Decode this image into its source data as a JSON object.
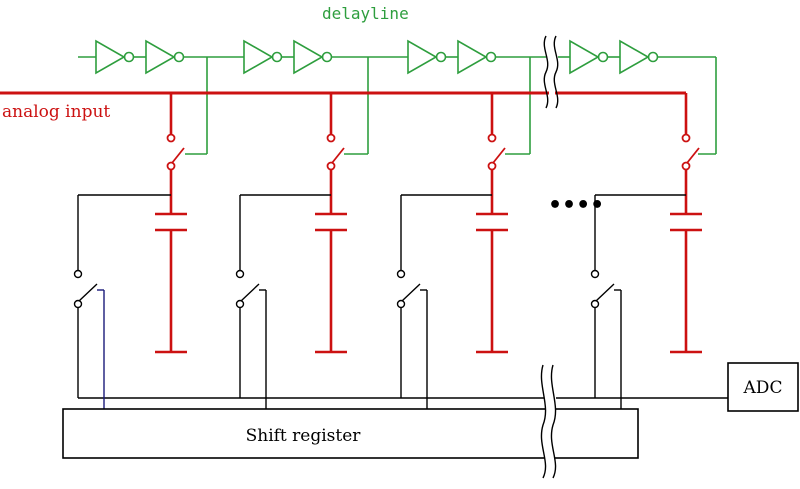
{
  "labels": {
    "delayline": "delayline",
    "analog_input": "analog input",
    "adc": "ADC",
    "shift_register": "Shift register",
    "ellipsis": "••••"
  },
  "colors": {
    "delayline": "#2e9e3e",
    "analog": "#cc1111",
    "wire": "#000000",
    "control": "#1a1a7a"
  },
  "stages": [
    {
      "id": 1
    },
    {
      "id": 2
    },
    {
      "id": 3
    },
    {
      "id": 4
    }
  ]
}
